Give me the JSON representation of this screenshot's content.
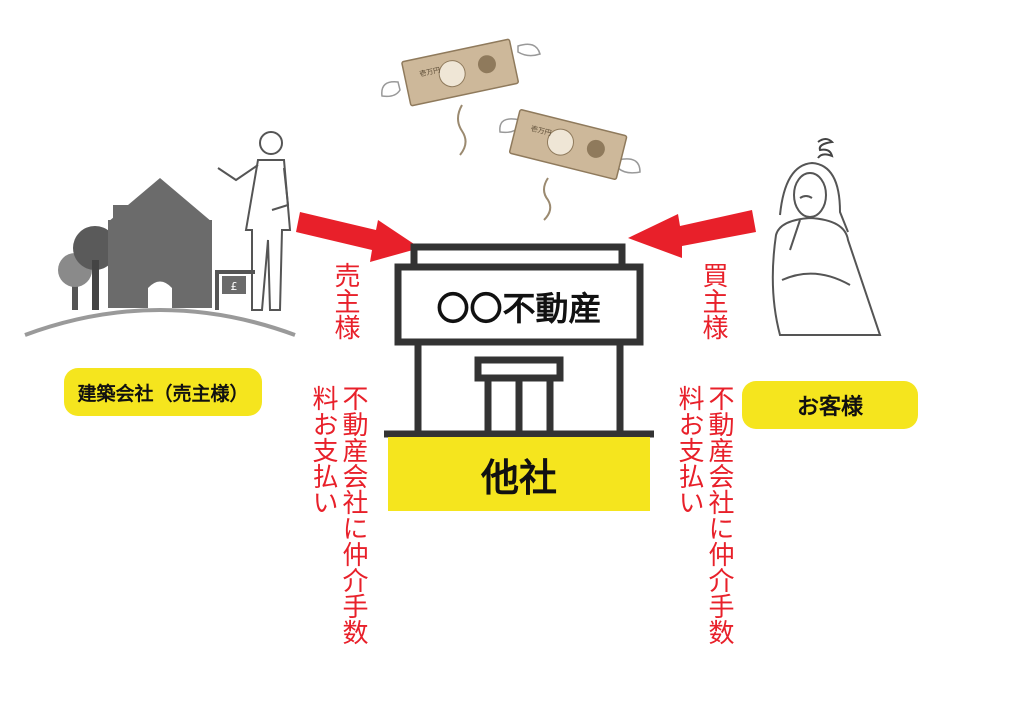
{
  "store": {
    "sign": "〇〇不動産",
    "label": "他社"
  },
  "seller": {
    "label": "建築会社（売主様）",
    "arrow_caption": "売主様",
    "payment_caption": "不動産会社に仲介手数料お支払い"
  },
  "buyer": {
    "label": "お客様",
    "arrow_caption": "買主様",
    "payment_caption": "不動産会社に仲介手数料お支払い"
  },
  "banknote": {
    "denomination": "壱万円"
  },
  "colors": {
    "accent_yellow": "#f5e51e",
    "arrow_red": "#e8202a",
    "building_stroke": "#333333",
    "house_gray": "#6b6b6b"
  }
}
